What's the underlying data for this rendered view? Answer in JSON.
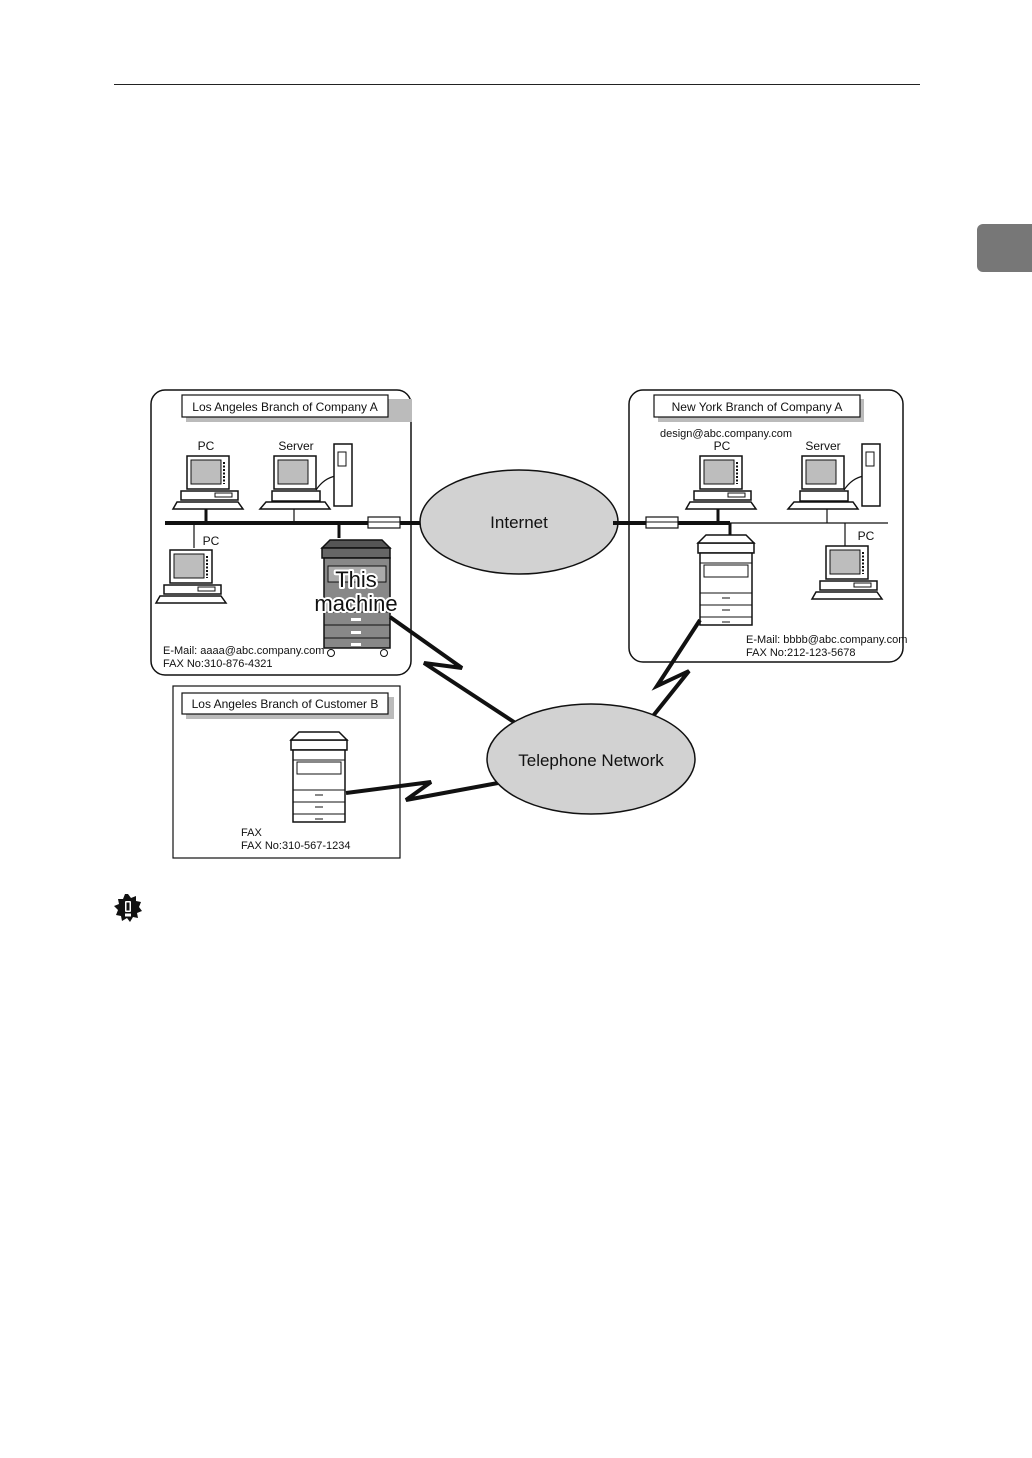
{
  "diagram": {
    "la_company": {
      "title": "Los Angeles Branch of Company A",
      "pc_top_label": "PC",
      "server_label": "Server",
      "pc_left_label": "PC",
      "machine_label_line1": "This",
      "machine_label_line2": "machine",
      "email": "E-Mail:  aaaa@abc.company.com",
      "fax": "FAX No:310-876-4321"
    },
    "ny_company": {
      "title": "New York Branch of Company A",
      "design_email": "design@abc.company.com",
      "pc_label": "PC",
      "server_label": "Server",
      "pc_right_label": "PC",
      "email": "E-Mail:  bbbb@abc.company.com",
      "fax": "FAX No:212-123-5678"
    },
    "la_customer": {
      "title": "Los Angeles Branch of Customer B",
      "fax_label": "FAX",
      "fax": "FAX No:310-567-1234"
    },
    "internet_label": "Internet",
    "telephone_label": "Telephone Network"
  },
  "colors": {
    "cloud_fill": "#d2d2d2",
    "side_tab": "#777777",
    "lines": "#111111"
  },
  "icons": [
    "important-icon"
  ]
}
